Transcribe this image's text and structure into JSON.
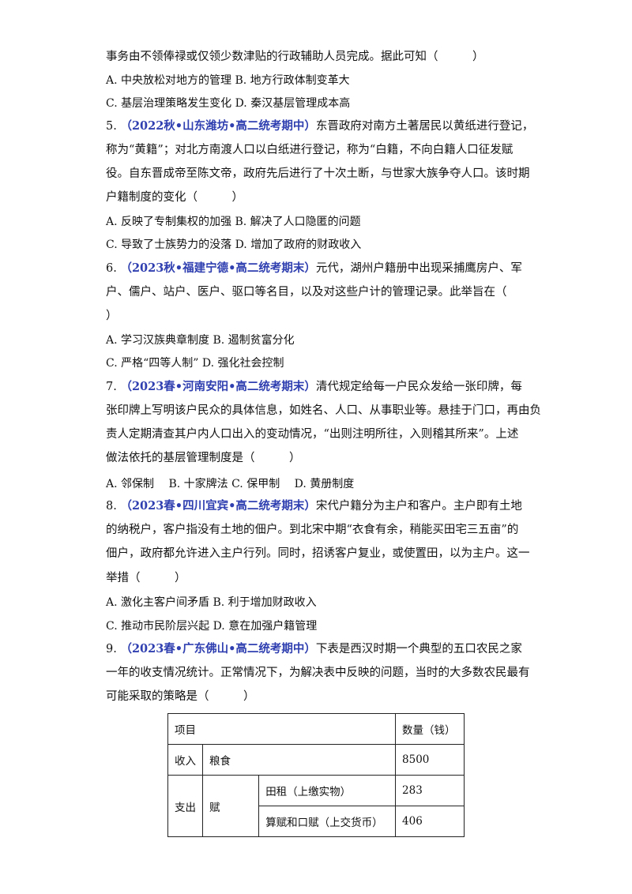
{
  "intro": {
    "line1": "事务由不领俸禄或仅领少数津贴的行政辅助人员完成。据此可知（　　　）"
  },
  "q4_options": {
    "line1": "A. 中央放松对地方的管理 B. 地方行政体制变革大",
    "line2": "C. 基层治理策略发生变化 D. 秦汉基层管理成本高"
  },
  "q5": {
    "num": "5. ",
    "source": "（2022秋•山东潍坊•高二统考期中）",
    "line1_rest": "东晋政府对南方土著居民以黄纸进行登记，",
    "line2": "称为“黄籍”；对北方南渡人口以白纸进行登记，称为“白籍，不向白籍人口征发赋",
    "line3": "役。自东晋成帝至陈文帝，政府先后进行了十次土断，与世家大族争夺人口。该时期",
    "line4": "户籍制度的变化（　　　）",
    "opt1": "A. 反映了专制集权的加强 B. 解决了人口隐匿的问题",
    "opt2": "C. 导致了士族势力的没落 D. 增加了政府的财政收入"
  },
  "q6": {
    "num": "6. ",
    "source": "（2023秋•福建宁德•高二统考期末）",
    "line1_rest": "元代，湖州户籍册中出现采捕鹰房户、军",
    "line2": "户、儒户、站户、医户、驱口等名目，以及对这些户计的管理记录。此举旨在（",
    "line3": "）",
    "opt1": "A. 学习汉族典章制度 B. 遏制贫富分化",
    "opt2": "C. 严格“四等人制” D. 强化社会控制"
  },
  "q7": {
    "num": "7. ",
    "source": "（2023春•河南安阳•高二统考期末）",
    "line1_rest": "清代规定给每一户民众发给一张印牌，每",
    "line2": "张印牌上写明该户民众的具体信息，如姓名、人口、从事职业等。悬挂于门口，再由负",
    "line3": "责人定期清查其户内人口出入的变动情况，“出则注明所往，入则稽其所来”。上述",
    "line4": "做法依托的基层管理制度是（　　　）",
    "opt1": "A. 邻保制　 B. 十家牌法 C. 保甲制　 D. 黄册制度"
  },
  "q8": {
    "num": "8. ",
    "source": "（2023春•四川宜宾•高二统考期末）",
    "line1_rest": "宋代户籍分为主户和客户。主户即有土地",
    "line2": "的纳税户，客户指没有土地的佃户。到北宋中期“衣食有余，稍能买田宅三五亩”的",
    "line3": "佃户，政府都允许进入主户行列。同时，招诱客户复业，或使置田，以为主户。这一",
    "line4": "举措（　　　）",
    "opt1": "A. 激化主客户间矛盾 B. 利于增加财政收入",
    "opt2": "C. 推动市民阶层兴起 D. 意在加强户籍管理"
  },
  "q9": {
    "num": "9. ",
    "source": "（2023春•广东佛山•高二统考期中）",
    "line1_rest": "下表是西汉时期一个典型的五口农民之家",
    "line2": "一年的收支情况统计。正常情况下，为解决表中反映的问题，当时的大多数农民最有",
    "line3": "可能采取的策略是（　　　）"
  },
  "table": {
    "header_item": "项目",
    "header_amount": "数量（钱）",
    "income_label": "收入",
    "income_item": "粮食",
    "income_amount": "8500",
    "expense_label": "支出",
    "expense_cat": "赋",
    "expense_item1": "田租（上缴实物）",
    "expense_amount1": "283",
    "expense_item2": "算赋和口赋（上交货币）",
    "expense_amount2": "406"
  },
  "colors": {
    "source_blue": "#2f3fb0",
    "text": "#111111"
  }
}
